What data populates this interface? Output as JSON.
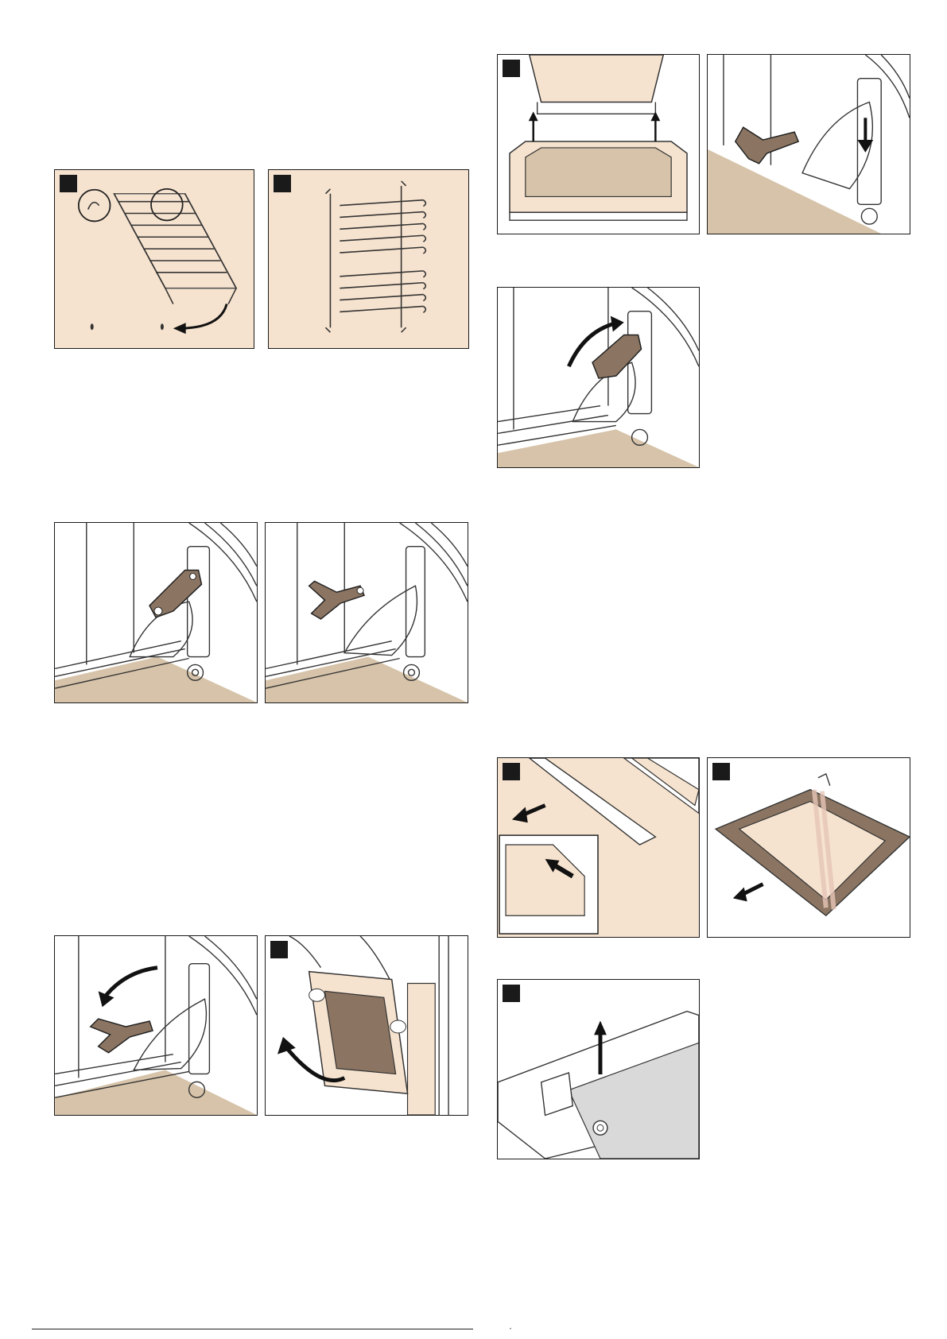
{
  "panels": [
    {
      "id": "rack-hook",
      "step": ""
    },
    {
      "id": "rack-front",
      "step": ""
    },
    {
      "id": "hinge-lever-up",
      "step": ""
    },
    {
      "id": "hinge-lever-folded",
      "step": ""
    },
    {
      "id": "door-open-lift",
      "step": ""
    },
    {
      "id": "hinge-press-down",
      "step": ""
    },
    {
      "id": "hinge-lever-swing-up",
      "step": ""
    },
    {
      "id": "hinge-lever-swing-down",
      "step": ""
    },
    {
      "id": "door-lift-out",
      "step": ""
    },
    {
      "id": "door-strip-pull",
      "step": ""
    },
    {
      "id": "door-glass-slide",
      "step": ""
    },
    {
      "id": "door-clip-lift",
      "step": ""
    }
  ],
  "colors": {
    "beige": "#f6e3cf",
    "tan": "#d6c3a9",
    "lever": "#8b7562",
    "glass": "#d9d9d9",
    "outline": "#1a1a1a"
  },
  "footer": {
    "mark": "·"
  }
}
